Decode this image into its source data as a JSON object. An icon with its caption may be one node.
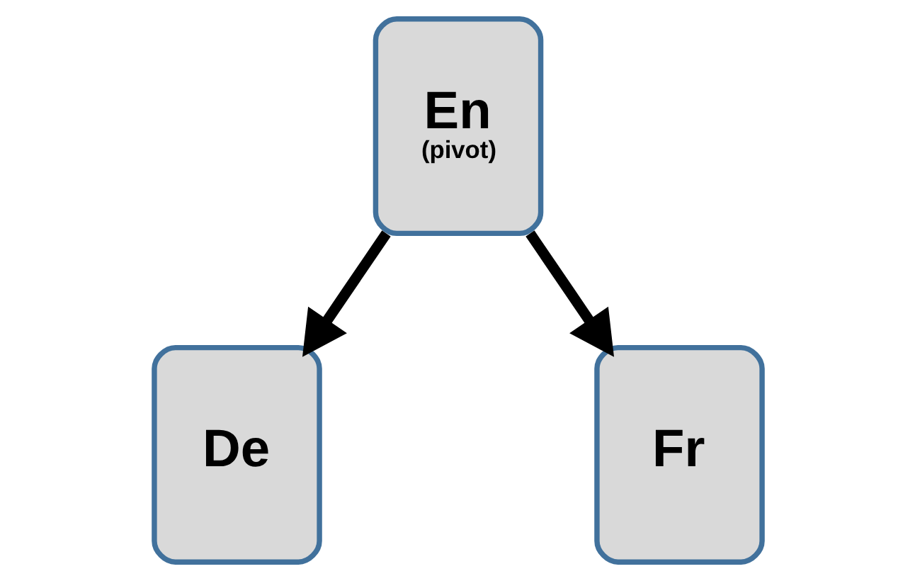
{
  "diagram": {
    "nodes": [
      {
        "text": [
          "En",
          "(pivot)"
        ]
      },
      {
        "text": [
          "De"
        ]
      },
      {
        "text": [
          "Fr"
        ]
      }
    ],
    "edges": [
      {
        "from": 0,
        "to": 1,
        "arrow": "to"
      },
      {
        "from": 0,
        "to": 2,
        "arrow": "to"
      }
    ]
  }
}
